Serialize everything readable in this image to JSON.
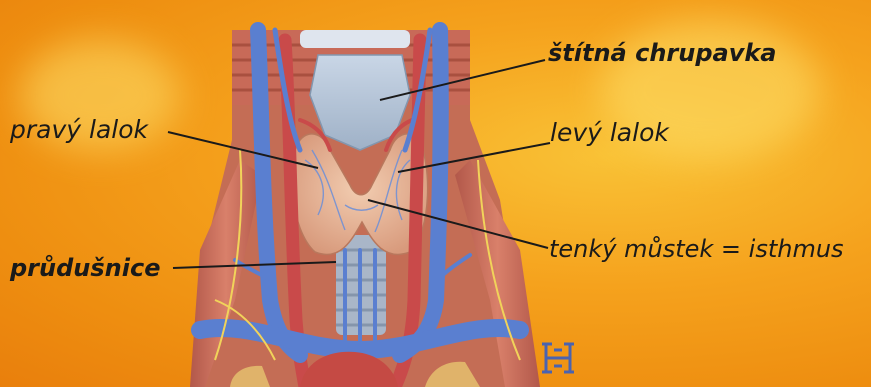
{
  "labels": {
    "thyroid_cartilage": "štítná chrupavka",
    "right_lobe": "pravý lalok",
    "left_lobe": "levý lalok",
    "trachea": "průdušnice",
    "isthmus": "tenký můstek = isthmus"
  },
  "logo": "H",
  "colors": {
    "background": "#f5a21d",
    "vein": "#5a7fd0",
    "artery": "#c94a4a",
    "thyroid": "#e9b79a",
    "muscle": "#c96b5a",
    "nerve": "#f1d35a"
  }
}
